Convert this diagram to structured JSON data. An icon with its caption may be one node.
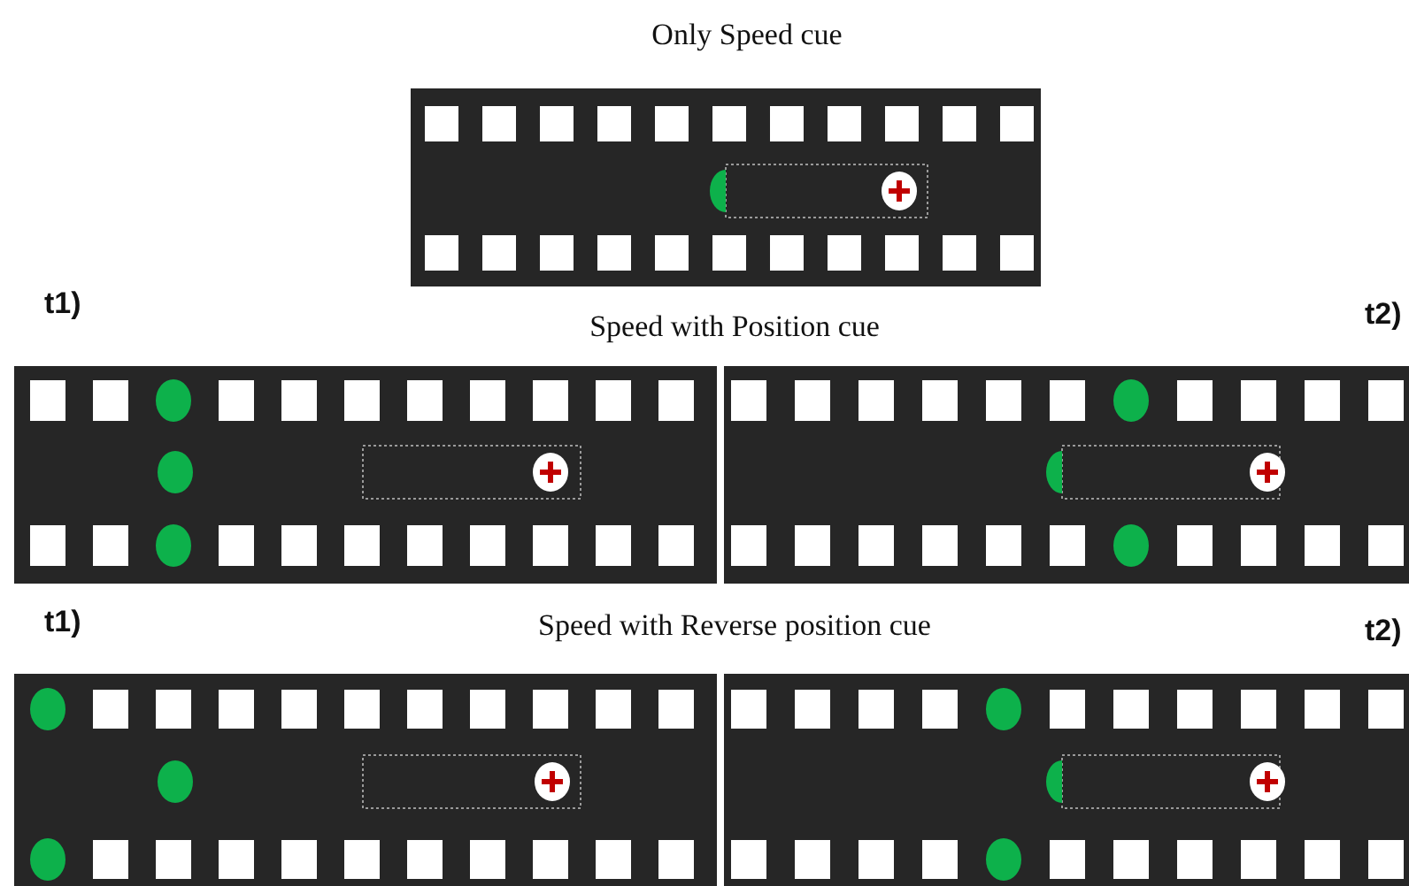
{
  "diagram": {
    "labels": [
      "Only Speed cue",
      "t1)",
      "t2)",
      "Speed with Position cue",
      "t1)",
      "t2)",
      "Speed with Reverse position cue"
    ]
  }
}
